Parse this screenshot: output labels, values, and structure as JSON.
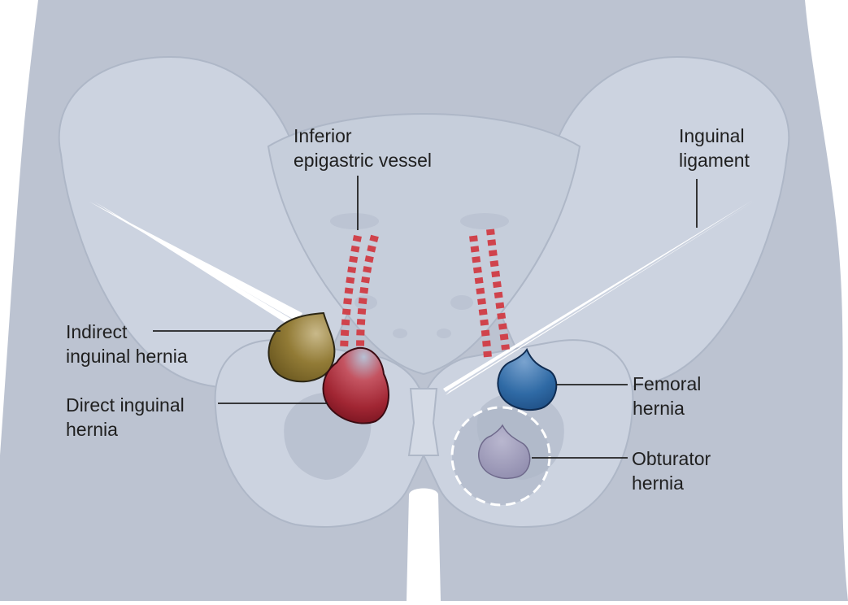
{
  "labels": {
    "inferior_epigastric": [
      "Inferior",
      "epigastric vessel"
    ],
    "inguinal_ligament": [
      "Inguinal",
      "ligament"
    ],
    "indirect_hernia": [
      "Indirect",
      "inguinal hernia"
    ],
    "direct_hernia": [
      "Direct inguinal",
      "hernia"
    ],
    "femoral_hernia": [
      "Femoral",
      "hernia"
    ],
    "obturator_hernia": [
      "Obturator",
      "hernia"
    ]
  },
  "colors": {
    "body": "#bcc3d1",
    "pelvis": "#ccd3e0",
    "pelvis_shade": "#c2cad8",
    "bone_outline": "#aeb7c7",
    "vessel": "#d0434c",
    "ligament": "#ffffff",
    "indirect_hernia": "#8f7a37",
    "direct_hernia": "#9b2230",
    "femoral_hernia": "#2f6aa5",
    "obturator_hernia": "#9a97b6",
    "leader": "#222222"
  }
}
